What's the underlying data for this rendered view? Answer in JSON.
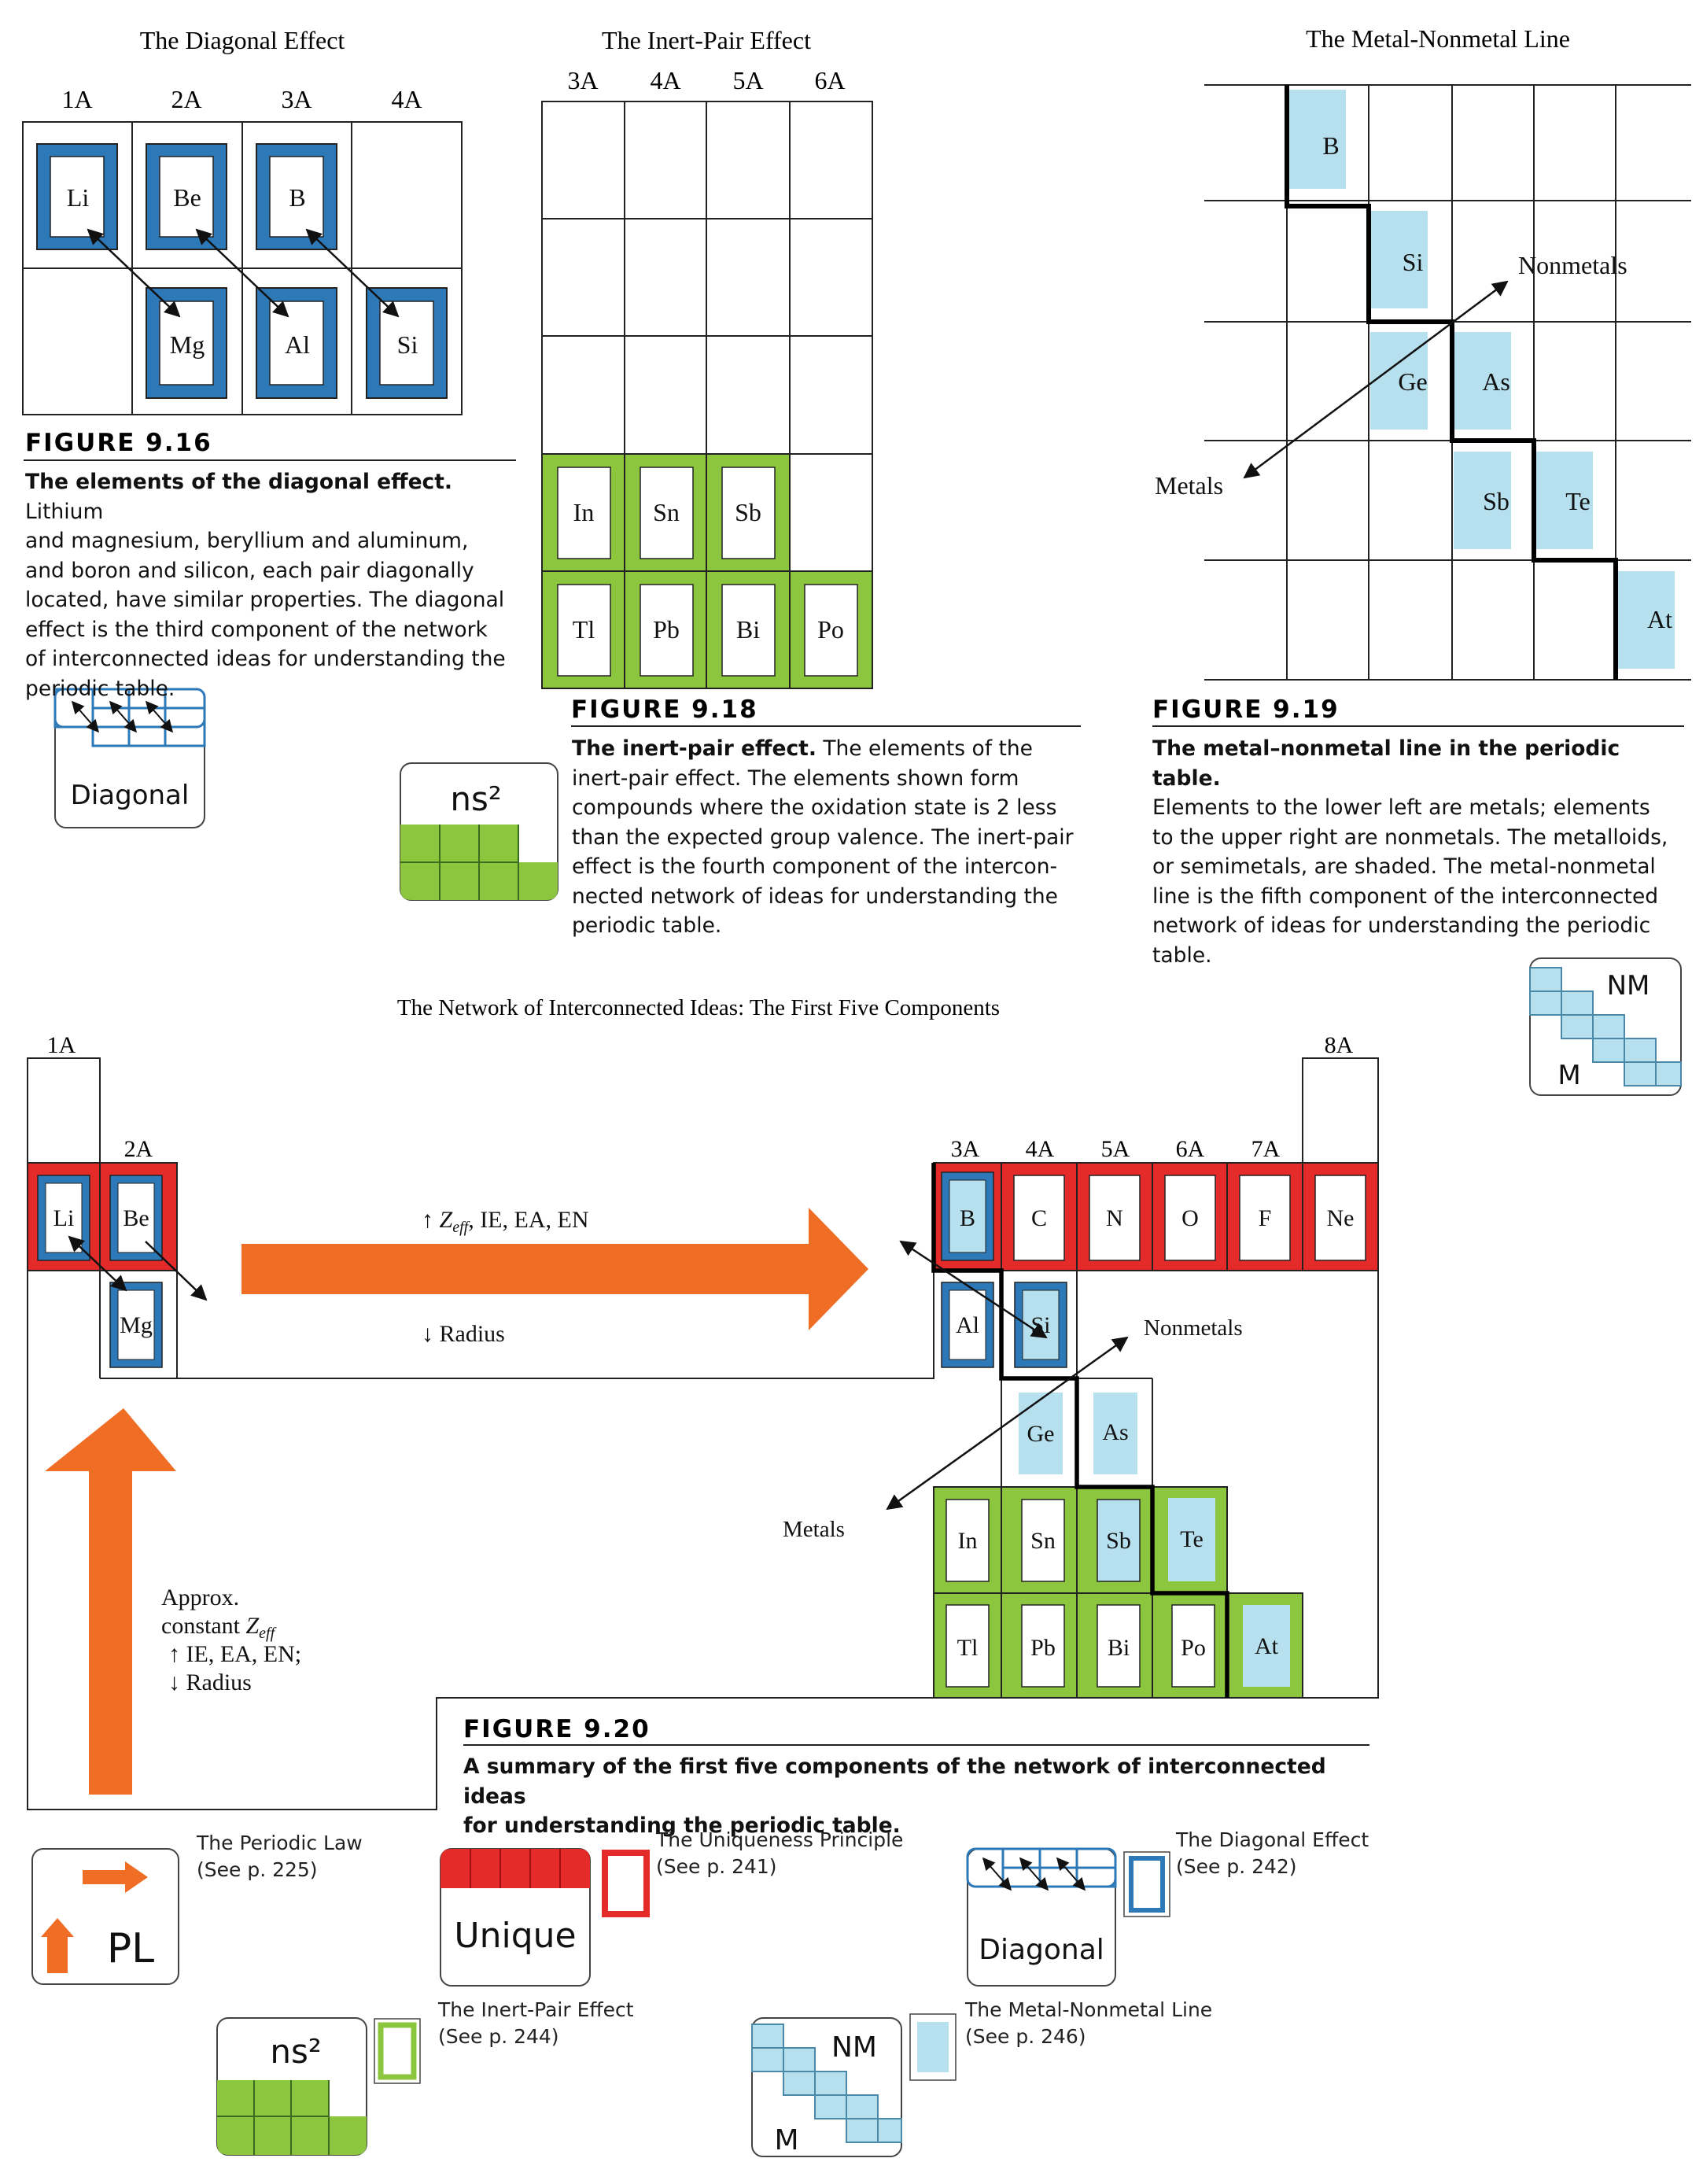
{
  "colors": {
    "blue": "#2d78b7",
    "red": "#e52a2a",
    "green": "#8cc63f",
    "shade": "#b6e0ee",
    "orange": "#ef6d24",
    "line": "#222222"
  },
  "fig916": {
    "title": "The Diagonal Effect",
    "groups": [
      "1A",
      "2A",
      "3A",
      "4A"
    ],
    "top_elements": [
      "Li",
      "Be",
      "B"
    ],
    "bottom_elements": [
      "Mg",
      "Al",
      "Si"
    ],
    "label": "FIGURE 9.16",
    "caption_bold": "The elements of the diagonal effect.",
    "caption_lines": [
      " Lithium",
      "and magnesium, beryllium and aluminum,",
      "and boron and silicon, each pair diagonally",
      "located, have similar properties. The diagonal",
      "effect is the third component of the network",
      "of interconnected ideas for understanding the",
      "periodic table."
    ],
    "icon_label": "Diagonal"
  },
  "fig918": {
    "title": "The Inert-Pair Effect",
    "groups": [
      "3A",
      "4A",
      "5A",
      "6A"
    ],
    "row4": [
      "In",
      "Sn",
      "Sb"
    ],
    "row5": [
      "Tl",
      "Pb",
      "Bi",
      "Po"
    ],
    "label": "FIGURE 9.18",
    "caption_bold": "The inert-pair effect.",
    "caption_lines": [
      " The elements of the",
      "inert-pair effect. The elements shown form",
      "compounds where the oxidation state is 2 less",
      "than the expected group valence. The inert-pair",
      "effect is the fourth component of the intercon-",
      "nected network of ideas for understanding the",
      "periodic table."
    ],
    "icon_label": "ns²"
  },
  "fig919": {
    "title": "The Metal-Nonmetal Line",
    "elements": [
      "B",
      "Si",
      "Ge",
      "As",
      "Sb",
      "Te",
      "At"
    ],
    "nonmetals_label": "Nonmetals",
    "metals_label": "Metals",
    "label": "FIGURE 9.19",
    "caption_bold": "The metal–nonmetal line in the periodic table.",
    "caption_lines": [
      "Elements to the lower left are metals; elements",
      "to the upper right are nonmetals. The metalloids,",
      "or semimetals, are shaded. The metal-nonmetal",
      "line is the fifth component of the interconnected",
      "network of ideas for understanding the periodic",
      "table."
    ],
    "icon_nm": "NM",
    "icon_m": "M"
  },
  "fig920": {
    "title": "The Network of Interconnected Ideas: The First Five Components",
    "group_1a": "1A",
    "group_2a": "2A",
    "group_8a": "8A",
    "groups_p": [
      "3A",
      "4A",
      "5A",
      "6A",
      "7A"
    ],
    "row2_left": [
      "Li",
      "Be"
    ],
    "row3_left": "Mg",
    "row2_right": [
      "B",
      "C",
      "N",
      "O",
      "F",
      "Ne"
    ],
    "row3_right": [
      "Al",
      "Si"
    ],
    "row4_right": [
      "Ge",
      "As"
    ],
    "row5_right": [
      "In",
      "Sn",
      "Sb",
      "Te"
    ],
    "row6_right": [
      "Tl",
      "Pb",
      "Bi",
      "Po",
      "At"
    ],
    "arrow_h_top_prefix": "↑ ",
    "arrow_h_top_z": "Z",
    "arrow_h_top_sub": "eff",
    "arrow_h_top_rest": ", IE, EA, EN",
    "arrow_h_bottom": "↓ Radius",
    "arrow_v_1": "Approx.",
    "arrow_v_2a": "constant ",
    "arrow_v_2z": "Z",
    "arrow_v_2sub": "eff",
    "arrow_v_3": "↑ IE, EA, EN;",
    "arrow_v_4": "↓ Radius",
    "nonmetals_label": "Nonmetals",
    "metals_label": "Metals",
    "label": "FIGURE 9.20",
    "caption_lines": [
      "A summary of the first five components of the network of interconnected ideas",
      "for understanding the periodic table."
    ]
  },
  "legend": {
    "pl_icon": "PL",
    "pl_title": "The Periodic Law",
    "pl_page": "(See p. 225)",
    "unique_icon": "Unique",
    "unique_title": "The Uniqueness Principle",
    "unique_page": "(See p. 241)",
    "diag_icon": "Diagonal",
    "diag_title": "The Diagonal Effect",
    "diag_page": "(See p. 242)",
    "ns2_icon": "ns²",
    "inert_title": "The Inert-Pair Effect",
    "inert_page": "(See p. 244)",
    "nm_icon": "NM",
    "m_icon": "M",
    "mn_title": "The Metal-Nonmetal Line",
    "mn_page": "(See p. 246)"
  }
}
